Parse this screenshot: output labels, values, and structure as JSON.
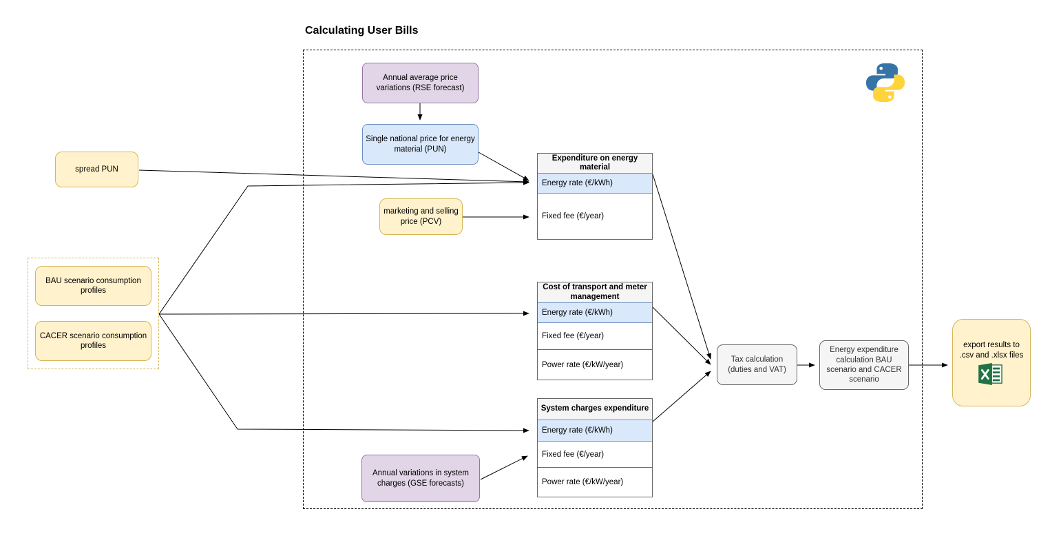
{
  "title": "Calculating User Bills",
  "nodes": {
    "annual_price_variations": {
      "label": "Annual average price variations (RSE forecast)"
    },
    "single_national_price": {
      "label": "Single national price for energy material (PUN)"
    },
    "spread_pun": {
      "label": "spread PUN"
    },
    "marketing_selling_price": {
      "label": "marketing and selling price (PCV)"
    },
    "bau_profiles": {
      "label": "BAU scenario consumption profiles"
    },
    "cacer_profiles": {
      "label": "CACER scenario consumption profiles"
    },
    "annual_system_charges": {
      "label": "Annual variations in system charges (GSE forecasts)"
    },
    "tax_calculation": {
      "label": "Tax calculation (duties and VAT)"
    },
    "energy_expenditure": {
      "label": "Energy expenditure calculation BAU scenario and CACER scenario"
    },
    "export_results": {
      "label": "export results to .csv and .xlsx files"
    }
  },
  "tables": {
    "expenditure": {
      "header": "Expenditure on energy material",
      "rows": [
        "Energy rate (€/kWh)",
        "Fixed fee (€/year)"
      ]
    },
    "transport": {
      "header": "Cost of transport and meter management",
      "rows": [
        "Energy rate (€/kWh)",
        "Fixed fee (€/year)",
        "Power rate (€/kW/year)"
      ]
    },
    "system_charges": {
      "header": "System charges expenditure",
      "rows": [
        "Energy rate (€/kWh)",
        "Fixed fee (€/year)",
        "Power rate (€/kW/year)"
      ]
    }
  },
  "icons": {
    "python": "python-logo",
    "excel": "excel-logo"
  },
  "colors": {
    "yellow_fill": "#FFF2CC",
    "yellow_border": "#D6B656",
    "purple_fill": "#E1D5E7",
    "purple_border": "#9673A6",
    "blue_fill": "#DAE8FC",
    "blue_border": "#6C8EBF",
    "gray_fill": "#F5F5F5",
    "gray_border": "#666666",
    "highlight_row_fill": "#DAE8FC",
    "excel_green": "#217346",
    "python_blue": "#3674A8",
    "python_yellow": "#FFD43B",
    "connector": "#000000"
  }
}
